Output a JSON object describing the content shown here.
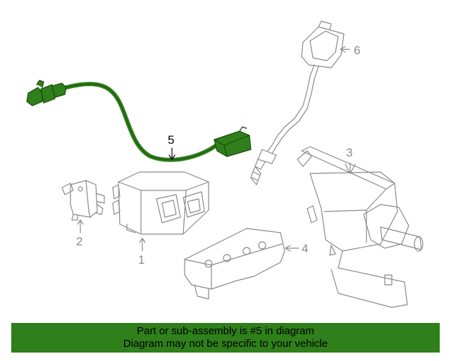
{
  "callouts": {
    "c1": "1",
    "c2": "2",
    "c3": "3",
    "c4": "4",
    "c5": "5",
    "c6": "6"
  },
  "banner": {
    "line1": "Part or sub-assembly is #5 in diagram",
    "line2": "Diagram may not be specific to your vehicle"
  },
  "colors": {
    "highlight": "#2f7f1a",
    "line_art": "#8a8a8a",
    "highlighted_part": "#2f7f1a"
  }
}
